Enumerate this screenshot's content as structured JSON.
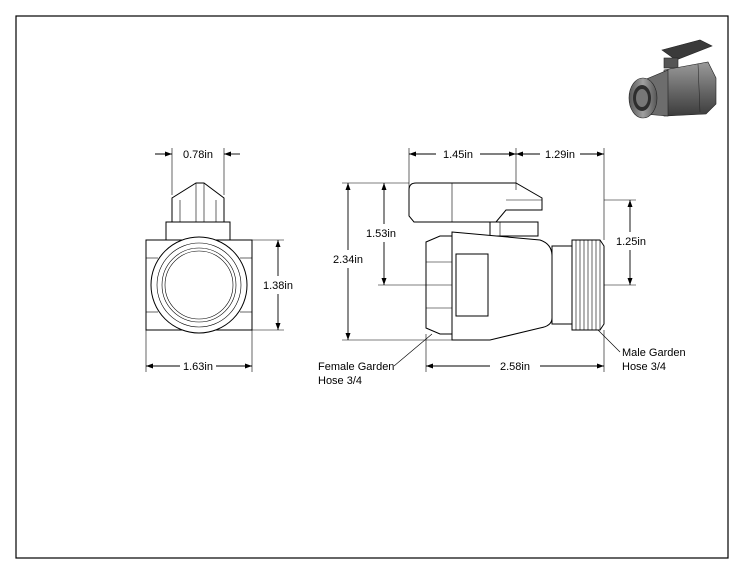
{
  "dimensions": {
    "front_top_width": "0.78in",
    "front_height": "1.38in",
    "front_width": "1.63in",
    "side_left_top": "1.45in",
    "side_right_top": "1.29in",
    "side_inner_height": "1.53in",
    "side_total_height": "2.34in",
    "side_right_height": "1.25in",
    "side_length": "2.58in"
  },
  "callouts": {
    "female_line1": "Female Garden",
    "female_line2": "Hose 3/4",
    "male_line1": "Male Garden",
    "male_line2": "Hose 3/4"
  },
  "colors": {
    "line": "#000000",
    "handle_dark": "#3a3a3a",
    "body_mid": "#7a7a7a"
  }
}
